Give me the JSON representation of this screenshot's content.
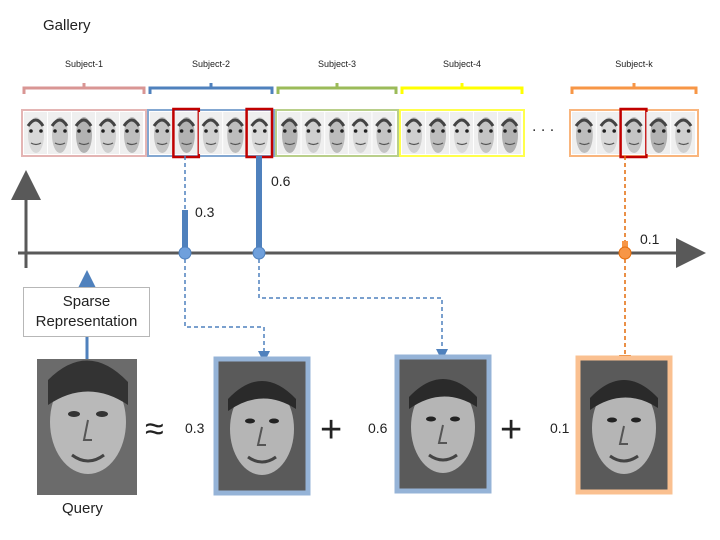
{
  "gallery": {
    "title": "Gallery",
    "ellipsis": ". . .",
    "subjects": [
      {
        "label": "Subject-1",
        "color": "#d99694",
        "selected_faces": []
      },
      {
        "label": "Subject-2",
        "color": "#4f81bd",
        "selected_faces": [
          1,
          4
        ]
      },
      {
        "label": "Subject-3",
        "color": "#9bbb59",
        "selected_faces": []
      },
      {
        "label": "Subject-4",
        "color": "#ffff00",
        "selected_faces": []
      },
      {
        "label": "Subject-k",
        "color": "#f79646",
        "selected_faces": [
          2
        ]
      }
    ]
  },
  "coefficients": [
    {
      "value": "0.6",
      "color": "#4f81bd"
    },
    {
      "value": "0.3",
      "color": "#4f81bd"
    },
    {
      "value": "0.1",
      "color": "#f79646"
    }
  ],
  "sparse_label": "Sparse\nRepresentation",
  "query_label": "Query",
  "approx_symbol": "≈",
  "plus_symbol": "+",
  "terms": [
    {
      "coef": "0.3",
      "frame_color": "#95b3d7"
    },
    {
      "coef": "0.6",
      "frame_color": "#95b3d7"
    },
    {
      "coef": "0.1",
      "frame_color": "#fac090"
    }
  ],
  "colors": {
    "axis": "#595959",
    "selected_border": "#c00000",
    "blue_arrow": "#4f81bd",
    "orange_arrow": "#e46c0a"
  }
}
